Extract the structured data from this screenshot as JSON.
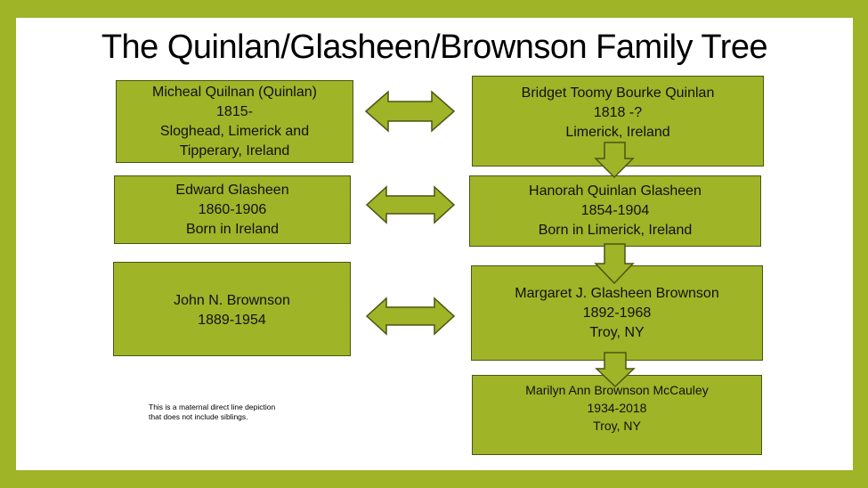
{
  "title": "The Quinlan/Glasheen/Brownson Family Tree",
  "note": "This is a maternal direct line depiction that does not include siblings.",
  "note_lines": [
    "This is a maternal direct line depiction",
    "that does not include siblings."
  ],
  "people": {
    "micheal": [
      "Micheal Quilnan (Quinlan)",
      "1815-",
      "Sloghead, Limerick and",
      "Tipperary, Ireland"
    ],
    "bridget": [
      "Bridget Toomy Bourke Quinlan",
      "1818 -?",
      "Limerick, Ireland"
    ],
    "edward": [
      "Edward Glasheen",
      "1860-1906",
      "Born in Ireland"
    ],
    "hanorah": [
      "Hanorah Quinlan Glasheen",
      "1854-1904",
      "Born in Limerick, Ireland"
    ],
    "john": [
      "John N. Brownson",
      "1889-1954"
    ],
    "margaret": [
      "Margaret J. Glasheen Brownson",
      "1892-1968",
      "Troy, NY"
    ],
    "marilyn": [
      "Marilyn Ann Brownson McCauley",
      "1934-2018",
      "Troy, NY"
    ]
  },
  "colors": {
    "accent": "#9fb427",
    "border": "#4b5515",
    "background": "#ffffff"
  }
}
